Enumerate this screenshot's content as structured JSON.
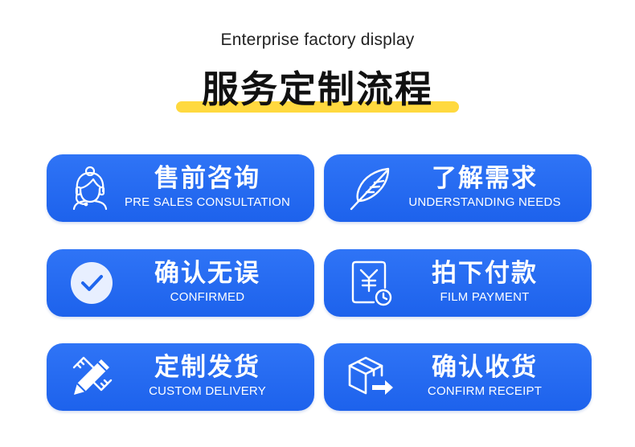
{
  "header": {
    "subtitle": "Enterprise factory display",
    "title": "服务定制流程",
    "highlight_color": "#ffd93f"
  },
  "theme": {
    "card_color": "#1f66ee",
    "text_color": "#ffffff"
  },
  "steps": [
    {
      "cn": "售前咨询",
      "en": "PRE SALES CONSULTATION",
      "icon": "customer-service-icon"
    },
    {
      "cn": "了解需求",
      "en": "UNDERSTANDING NEEDS",
      "icon": "feather-icon"
    },
    {
      "cn": "确认无误",
      "en": "CONFIRMED",
      "icon": "checkmark-circle-icon"
    },
    {
      "cn": "拍下付款",
      "en": "FILM PAYMENT",
      "icon": "yuan-receipt-clock-icon"
    },
    {
      "cn": "定制发货",
      "en": "CUSTOM DELIVERY",
      "icon": "pencil-icon"
    },
    {
      "cn": "确认收货",
      "en": "CONFIRM RECEIPT",
      "icon": "package-arrow-icon"
    }
  ]
}
